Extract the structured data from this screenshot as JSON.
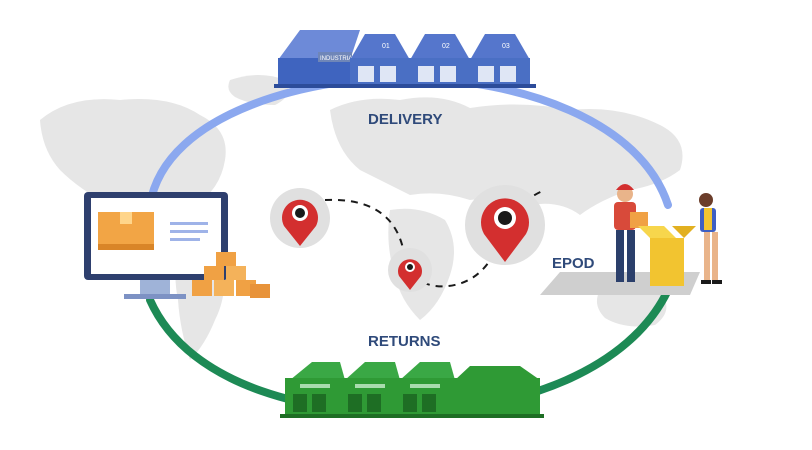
{
  "labels": {
    "delivery": "DELIVERY",
    "returns": "RETURNS",
    "epod": "EPOD"
  },
  "warehouse_top": {
    "sign": "INDUSTRIAL",
    "units": [
      "01",
      "02",
      "03"
    ]
  },
  "colors": {
    "delivery_loop": "#8ba8ef",
    "returns_loop": "#1d8a55",
    "warehouse_blue": "#4a6fc4",
    "warehouse_green": "#2f9a35",
    "pin_red": "#d32f2f",
    "route": "#1a1a1a",
    "label": "#2f4a7a",
    "map": "#e4e4e4"
  },
  "icons": {
    "top": "warehouse-blue-icon",
    "bottom": "warehouse-green-icon",
    "left": "computer-order-icon",
    "right": "delivery-person-icon",
    "pins": "map-pin-icon"
  }
}
